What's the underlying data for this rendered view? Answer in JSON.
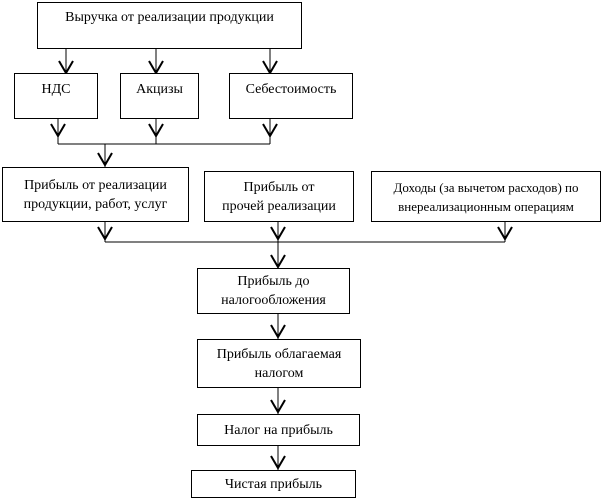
{
  "boxes": {
    "revenue": "Выручка от реализации продукции",
    "vat": "НДС",
    "excise": "Акцизы",
    "cost": "Себестоимость",
    "profit_sales": "Прибыль  от реализации\nпродукции, работ, услуг",
    "profit_other": "Прибыль  от\nпрочей реализации",
    "nonoperating": "Доходы (за вычетом расходов) по\nвнереализационным операциям",
    "pretax": "Прибыль до\nналогообложения",
    "taxable": "Прибыль  облагаемая\nналогом",
    "tax": "Налог на прибыль",
    "net": "Чистая  прибыль"
  }
}
